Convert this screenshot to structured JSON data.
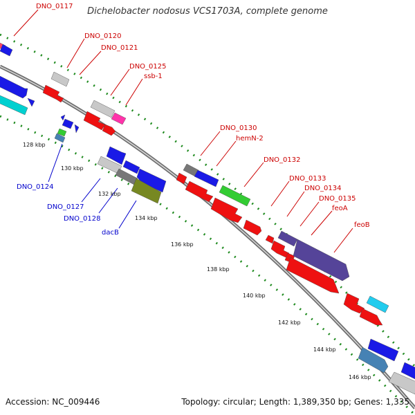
{
  "title": "Dichelobacter nodosus VCS1703A, complete genome",
  "footer": {
    "accession": "Accession: NC_009446",
    "summary": "Topology: circular; Length: 1,389,350 bp; Genes: 1,335"
  },
  "ticks": [
    "128 kbp",
    "130 kbp",
    "132 kbp",
    "134 kbp",
    "136 kbp",
    "138 kbp",
    "140 kbp",
    "142 kbp",
    "144 kbp",
    "146 kbp"
  ],
  "forward_labels": [
    "DNO_0117",
    "DNO_0120",
    "DNO_0121",
    "DNO_0125",
    "ssb-1",
    "DNO_0130",
    "hemN-2",
    "DNO_0132",
    "DNO_0133",
    "DNO_0134",
    "DNO_0135",
    "feoA",
    "feoB"
  ],
  "reverse_labels": [
    "DNO_0124",
    "DNO_0127",
    "DNO_0128",
    "dacB"
  ],
  "colors": {
    "forward_label": "#cc0000",
    "reverse_label": "#0000cc",
    "backbone": "#9a9a9a",
    "dots": "#1e8a1e"
  }
}
